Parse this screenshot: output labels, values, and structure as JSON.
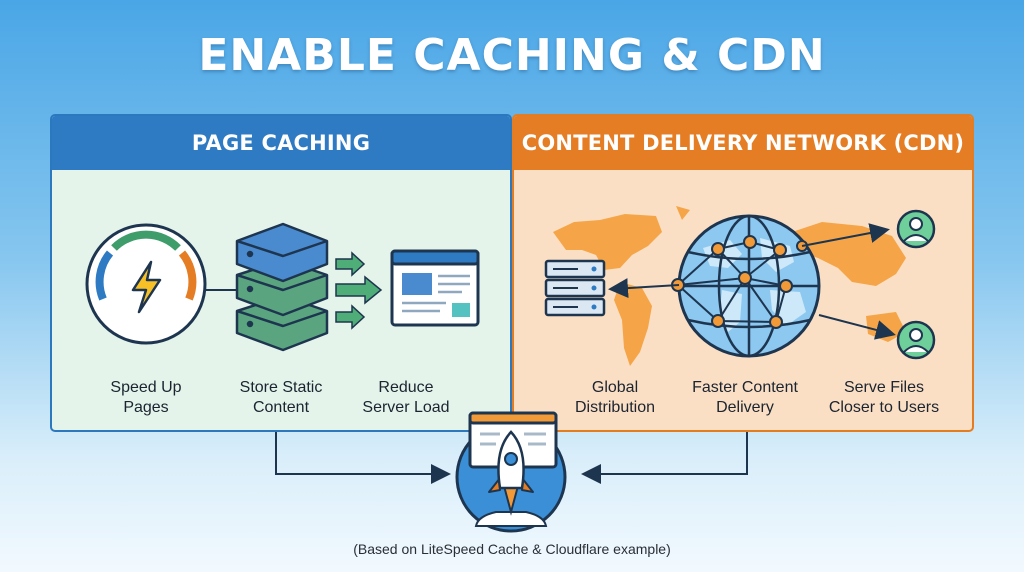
{
  "title": "ENABLE CACHING & CDN",
  "page_caching": {
    "heading": "PAGE CACHING",
    "items": [
      {
        "line1": "Speed Up",
        "line2": "Pages",
        "icon": "speedometer-icon"
      },
      {
        "line1": "Store Static",
        "line2": "Content",
        "icon": "server-stack-icon"
      },
      {
        "line1": "Reduce",
        "line2": "Server Load",
        "icon": "browser-window-icon"
      }
    ]
  },
  "cdn": {
    "heading": "CONTENT DELIVERY NETWORK (CDN)",
    "items": [
      {
        "line1": "Global",
        "line2": "Distribution",
        "icon": "server-rack-icon"
      },
      {
        "line1": "Faster Content",
        "line2": "Delivery",
        "icon": "globe-network-icon"
      },
      {
        "line1": "Serve Files",
        "line2": "Closer to Users",
        "icon": "user-icon"
      }
    ]
  },
  "footnote": "(Based on LiteSpeed Cache & Cloudflare example)",
  "colors": {
    "blue": "#2e7bc4",
    "orange": "#e57d24",
    "green": "#3f9c6b",
    "navy": "#1e3550"
  }
}
